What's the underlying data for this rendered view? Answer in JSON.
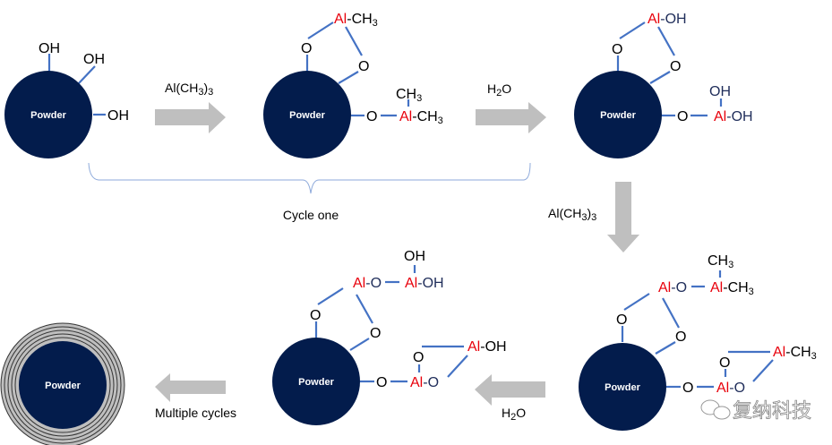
{
  "diagram": {
    "type": "ALD reaction scheme",
    "core_label": "Powder",
    "colors": {
      "core": "#031c4c",
      "bond": "#4472c4",
      "aluminum": "#e8000b",
      "arrow": "#bfbfbf",
      "coating": "#bfbfbf"
    },
    "steps": {
      "step1": {
        "groups": [
          "OH",
          "OH",
          "OH"
        ]
      },
      "arrow1": {
        "reagent": "Al(CH",
        "sub": "3",
        "close": ")",
        "sub2": "3"
      },
      "step2": {
        "ring_al": "Al",
        "ring_tail": "-CH",
        "ring_tail_sub": "3",
        "ring_o": [
          "O",
          "O"
        ],
        "chain_o": "O",
        "chain_al": "Al",
        "chain_tail": "-CH",
        "chain_tail_sub": "3",
        "chain_top": "CH",
        "chain_top_sub": "3"
      },
      "arrow2": {
        "reagent": "H",
        "sub": "2",
        "tail": "O"
      },
      "step3": {
        "ring_al": "Al",
        "ring_tail": "-OH",
        "ring_o": [
          "O",
          "O"
        ],
        "chain_o": "O",
        "chain_al": "Al",
        "chain_tail": "-OH",
        "chain_top": "OH"
      },
      "arrow3": {
        "reagent": "Al(CH",
        "sub": "3",
        "close": ")",
        "sub2": "3"
      },
      "step4": {
        "al1": "Al",
        "o1": "-O",
        "al2": "Al",
        "tail2": "-CH",
        "tail2_sub": "3",
        "top": "CH",
        "top_sub": "3",
        "ring_o": [
          "O",
          "O"
        ],
        "chain_o": "O",
        "chain_al": "Al",
        "chain_o2": "-O",
        "ring2_o": "O",
        "ring2_al": "Al",
        "ring2_tail": "-CH",
        "ring2_tail_sub": "3"
      },
      "arrow4": {
        "reagent": "H",
        "sub": "2",
        "tail": "O"
      },
      "step5": {
        "al1": "Al",
        "o1": "-O",
        "al2": "Al",
        "tail2": "-OH",
        "top": "OH",
        "ring_o": [
          "O",
          "O"
        ],
        "chain_o": "O",
        "chain_al": "Al",
        "chain_o2": "-O",
        "ring2_o": "O",
        "ring2_al": "Al",
        "ring2_tail": "-OH"
      },
      "arrow5": {
        "label": "Multiple cycles"
      }
    },
    "brace_label": "Cycle one",
    "watermark": "复纳科技"
  }
}
